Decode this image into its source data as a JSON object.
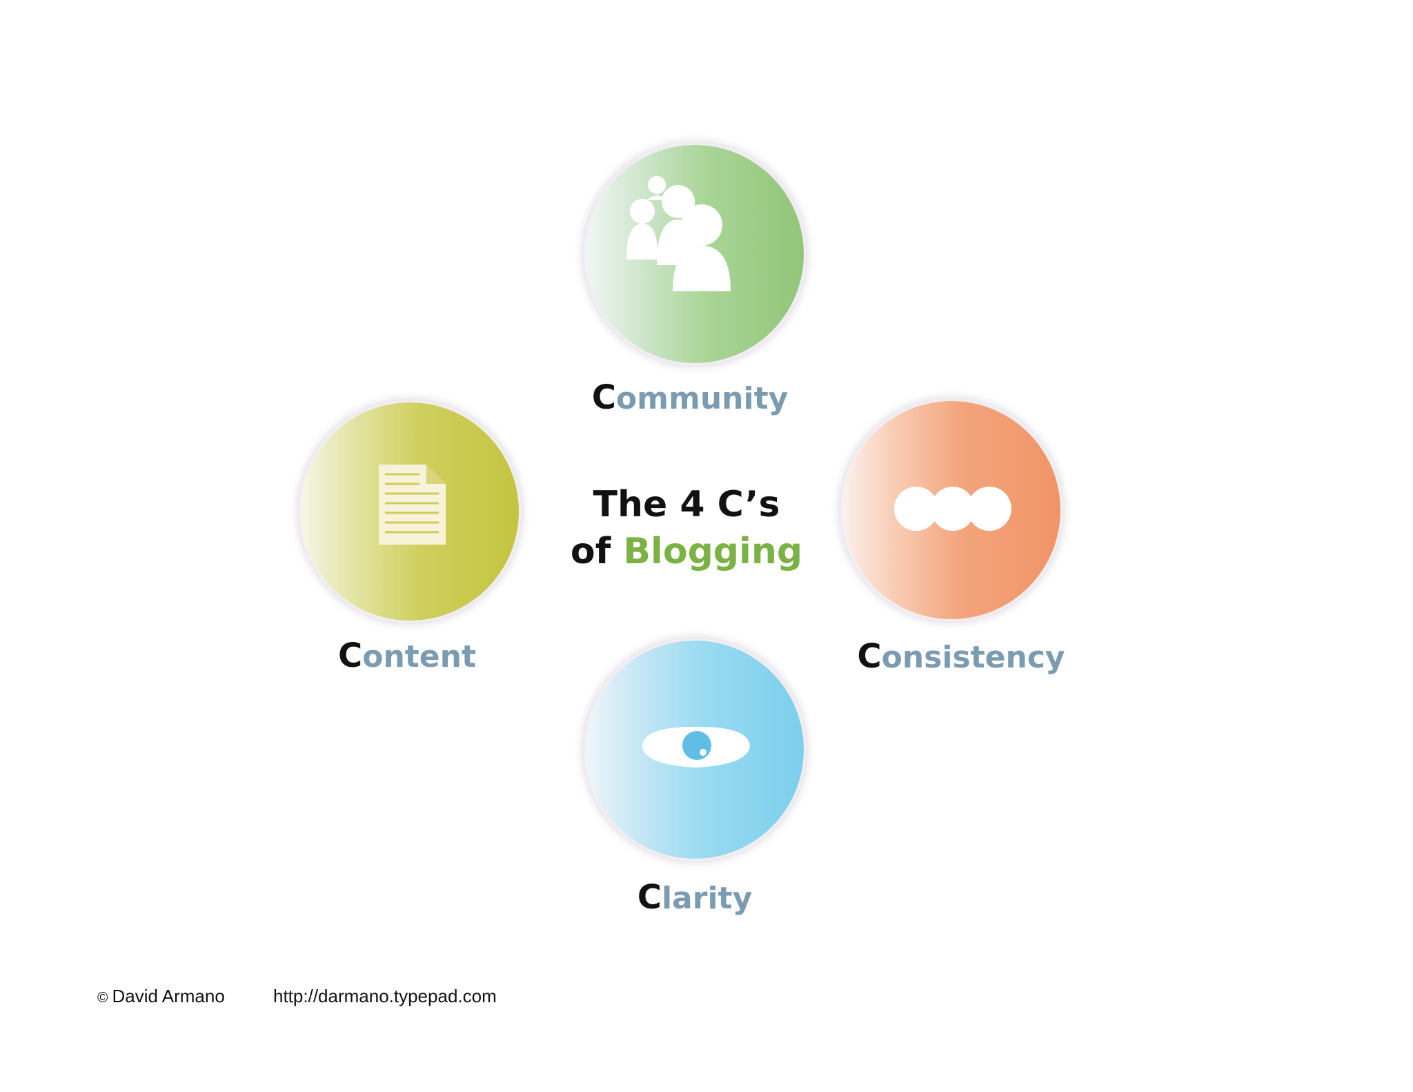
{
  "title": {
    "line1": "The 4 C’s",
    "line2_prefix": "of",
    "line2_accent": "Blogging"
  },
  "colors": {
    "title_text": "#111111",
    "title_accent": "#7bb145",
    "label_initial": "#111111",
    "label_rest": "#7b9bb0",
    "community": "#96c97e",
    "content": "#c9c94a",
    "consistency": "#f29a70",
    "clarity": "#7ed3ef"
  },
  "items": [
    {
      "id": "community",
      "initial": "C",
      "rest": "ommunity",
      "icon": "people-group-icon"
    },
    {
      "id": "content",
      "initial": "C",
      "rest": "ontent",
      "icon": "document-icon"
    },
    {
      "id": "consistency",
      "initial": "C",
      "rest": "onsistency",
      "icon": "dots-chain-icon"
    },
    {
      "id": "clarity",
      "initial": "C",
      "rest": "larity",
      "icon": "eye-icon"
    }
  ],
  "footer": {
    "copyright_symbol": "©",
    "author": "David Armano",
    "url": "http://darmano.typepad.com"
  }
}
